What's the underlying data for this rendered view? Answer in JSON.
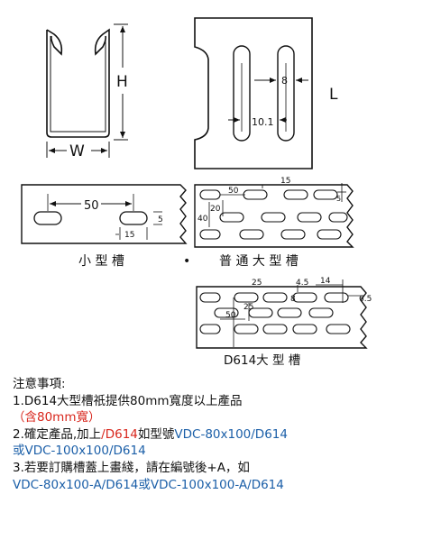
{
  "diagram": {
    "dim_H": "H",
    "dim_W": "W",
    "dim_L": "L",
    "dim_8_slot": "8",
    "dim_10_1": "10.1",
    "small_50": "50",
    "small_5": "5",
    "small_15": "15",
    "small_caption": "小 型 槽",
    "bullet": "•",
    "normal_caption": "普 通 大 型 槽",
    "normal_15": "15",
    "normal_50": "50",
    "normal_5": "5",
    "normal_20": "20",
    "normal_40": "40",
    "d614_25": "25",
    "d614_4_5": "4.5",
    "d614_14": "14",
    "d614_8": "8",
    "d614_25b": "25",
    "d614_6_5": "6.5",
    "d614_50": "50",
    "d614_caption": "D614大 型 槽"
  },
  "notes": {
    "heading": "注意事項:",
    "line1": "1.D614大型槽祇提供80mm寬度以上產品",
    "line1b": "（含80mm寬）",
    "line2_a": "2.確定產品,加上",
    "line2_red": "/D614",
    "line2_b": "如型號",
    "line2_blue": "VDC-80x100/D614",
    "line2c": "或VDC-100x100/D614",
    "line3": "3.若要訂購槽蓋上畫綫，請在編號後+A，如",
    "line3b": "VDC-80x100-A/D614或VDC-100x100-A/D614"
  }
}
